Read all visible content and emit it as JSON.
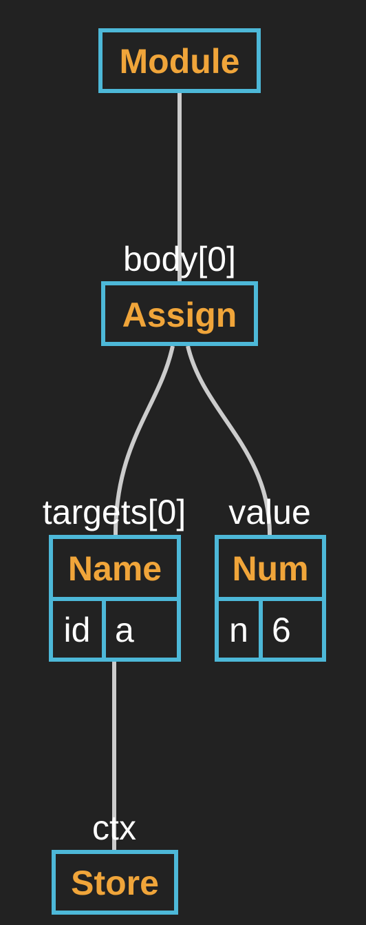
{
  "nodes": {
    "module": {
      "title": "Module"
    },
    "assign": {
      "title": "Assign"
    },
    "name": {
      "title": "Name",
      "field_key": "id",
      "field_value": "a"
    },
    "num": {
      "title": "Num",
      "field_key": "n",
      "field_value": "6"
    },
    "store": {
      "title": "Store"
    }
  },
  "edges": {
    "module_assign": "body[0]",
    "assign_name": "targets[0]",
    "assign_num": "value",
    "name_store": "ctx"
  },
  "colors": {
    "background": "#222222",
    "node_border": "#4db8d8",
    "node_title": "#f0a53a",
    "edge_line": "#cccccc",
    "label_text": "#ffffff"
  }
}
